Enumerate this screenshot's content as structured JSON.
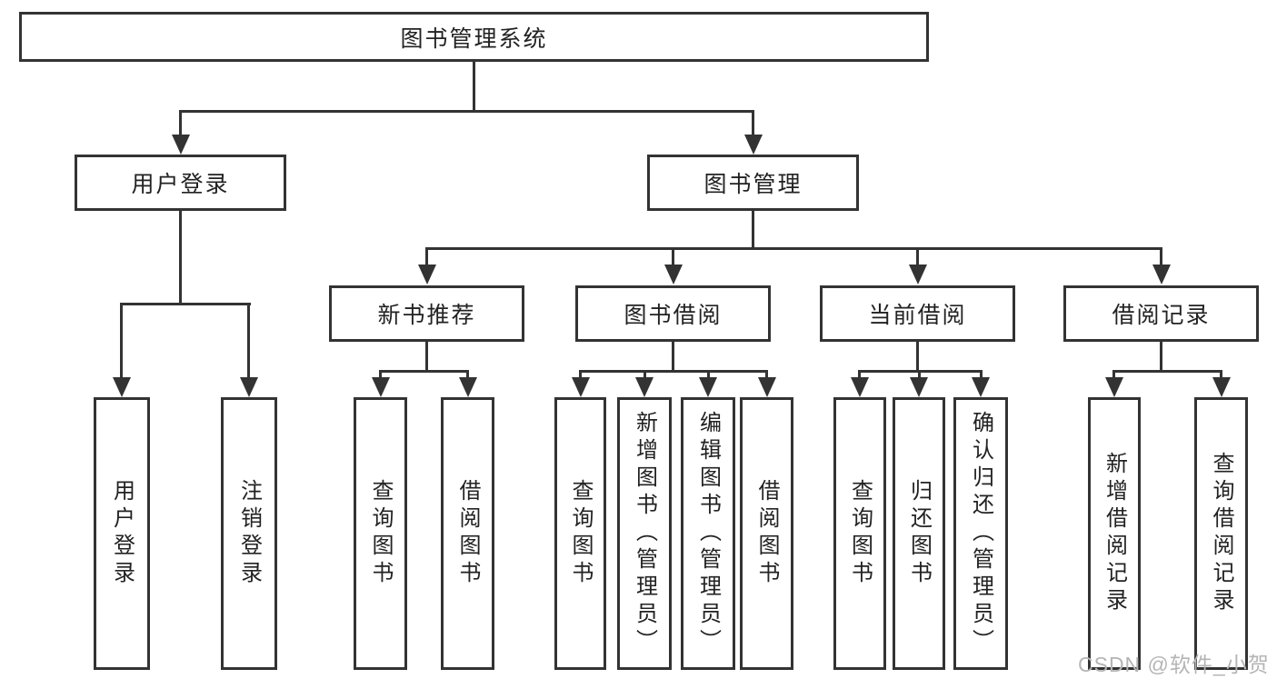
{
  "nodes": {
    "root": "图书管理系统",
    "user_login": "用户登录",
    "book_management": "图书管理",
    "new_book_recommend": "新书推荐",
    "book_borrow": "图书借阅",
    "current_borrow": "当前借阅",
    "borrow_records": "借阅记录",
    "user_login_leaves": [
      "用户登录",
      "注销登录"
    ],
    "new_book_leaves": [
      "查询图书",
      "借阅图书"
    ],
    "book_borrow_leaves": [
      "查询图书",
      "新增图书（管理员）",
      "编辑图书（管理员）",
      "借阅图书"
    ],
    "current_borrow_leaves": [
      "查询图书",
      "归还图书",
      "确认归还（管理员）"
    ],
    "borrow_record_leaves": [
      "新增借阅记录",
      "查询借阅记录"
    ]
  },
  "watermark": "CSDN @软件_小贺同学",
  "colors": {
    "line": "#333333",
    "text": "#222222",
    "box_background": "#ffffff",
    "watermark": "#b5b5b5",
    "page_background": "#ffffff"
  }
}
